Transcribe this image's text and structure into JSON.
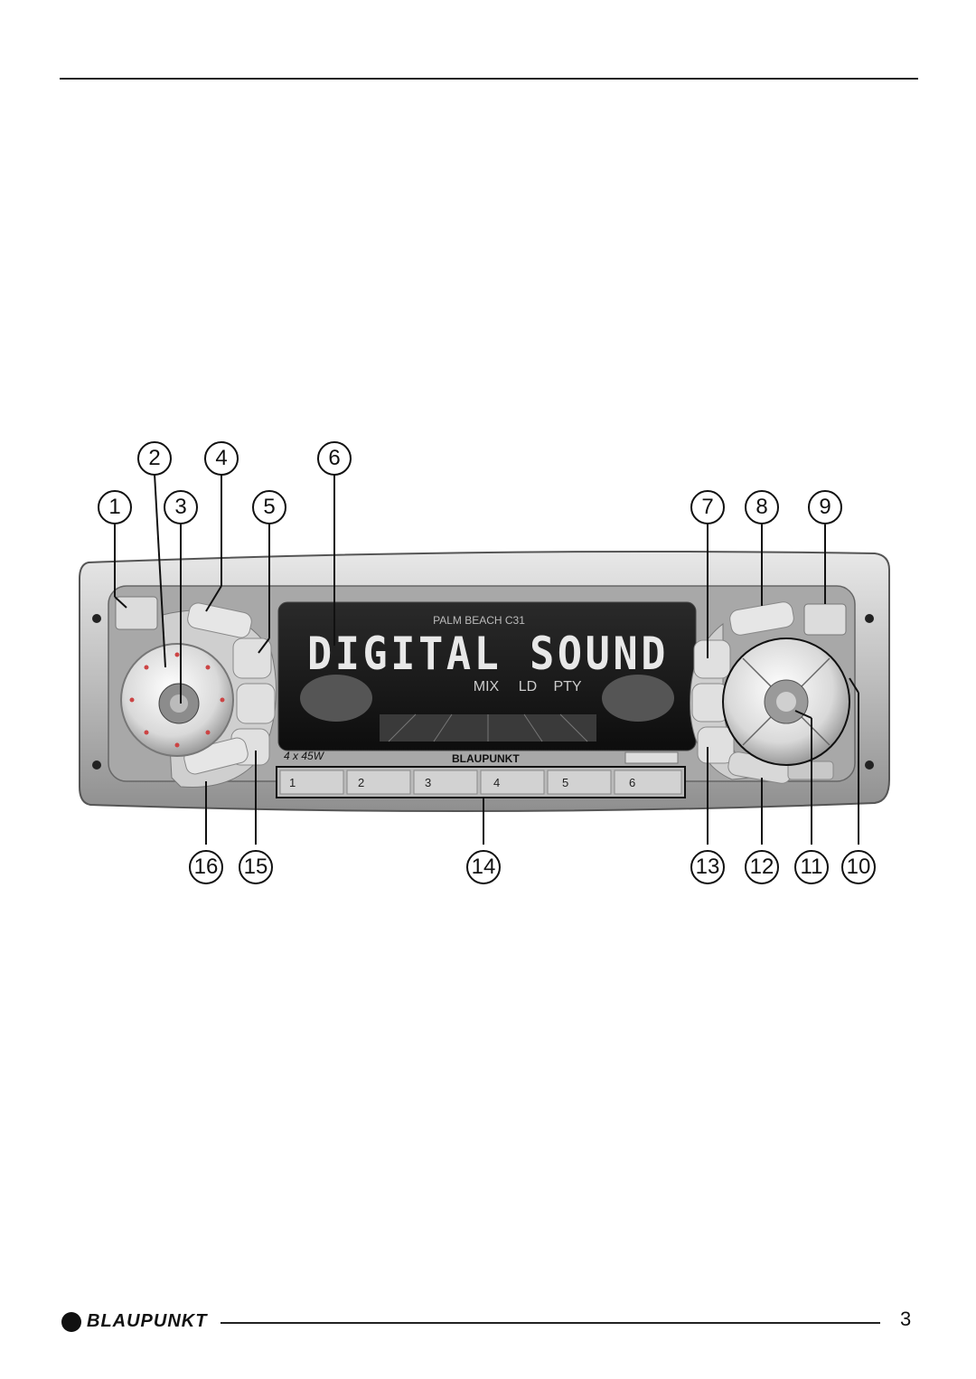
{
  "callouts": {
    "c1": "1",
    "c2": "2",
    "c3": "3",
    "c4": "4",
    "c5": "5",
    "c6": "6",
    "c7": "7",
    "c8": "8",
    "c9": "9",
    "c10": "10",
    "c11": "11",
    "c12": "12",
    "c13": "13",
    "c14": "14",
    "c15": "15",
    "c16": "16"
  },
  "radio": {
    "model_name": "PALM BEACH C31",
    "display_main": "DIGITAL SOUND",
    "display_indicators": [
      "MIX",
      "LD",
      "PTY"
    ],
    "power_rating": "4 x 45W",
    "brand": "BLAUPUNKT",
    "preset_buttons": [
      "1",
      "2",
      "3",
      "4",
      "5",
      "6"
    ]
  },
  "footer": {
    "brand": "BLAUPUNKT",
    "page_number": "3"
  },
  "colors": {
    "faceplate": "#bdbdbd",
    "display": "#1a1a1a",
    "knob": "#e6e6e6"
  }
}
